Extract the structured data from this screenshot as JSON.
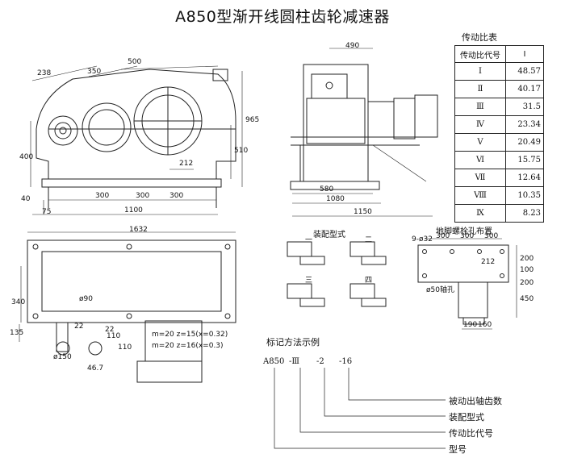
{
  "title": "A850型渐开线圆柱齿轮减速器",
  "ratio_table": {
    "caption": "传动比表",
    "header": [
      "传动比代号",
      "I"
    ],
    "rows": [
      {
        "code": "Ⅰ",
        "value": "48.57"
      },
      {
        "code": "Ⅱ",
        "value": "40.17"
      },
      {
        "code": "Ⅲ",
        "value": "31.5"
      },
      {
        "code": "Ⅳ",
        "value": "23.34"
      },
      {
        "code": "Ⅴ",
        "value": "20.49"
      },
      {
        "code": "Ⅵ",
        "value": "15.75"
      },
      {
        "code": "Ⅶ",
        "value": "12.64"
      },
      {
        "code": "Ⅷ",
        "value": "10.35"
      },
      {
        "code": "Ⅸ",
        "value": "8.23"
      }
    ]
  },
  "front_view": {
    "dims_top": [
      "238",
      "350",
      "500"
    ],
    "dims_left": [
      "400",
      "40"
    ],
    "dims_right": [
      "965",
      "510"
    ],
    "dims_bottom": [
      "300",
      "300",
      "300",
      "212",
      "75",
      "1100"
    ]
  },
  "side_view": {
    "dims": [
      "490",
      "580",
      "1080",
      "1150"
    ]
  },
  "plan_view": {
    "dims": [
      "1632",
      "340",
      "ø90",
      "135",
      "22",
      "110",
      "22",
      "110",
      "46.7",
      "ø150"
    ],
    "gear_notes": [
      "m=20 z=15(x=0.32)",
      "m=20 z=16(x=0.3)"
    ]
  },
  "assembly": {
    "title": "装配型式",
    "labels": [
      "一",
      "二",
      "三",
      "四"
    ]
  },
  "foundation": {
    "title": "地脚螺栓孔布置",
    "dims": [
      "9-ø32",
      "300",
      "300",
      "300",
      "212",
      "200",
      "100",
      "200",
      "450",
      "190",
      "160",
      "ø50轴孔"
    ]
  },
  "marking": {
    "title": "标记方法示例",
    "code": [
      "A850",
      "-Ⅲ",
      "-2",
      "-16"
    ],
    "legend": [
      "被动出轴齿数",
      "装配型式",
      "传动比代号",
      "型号"
    ]
  }
}
